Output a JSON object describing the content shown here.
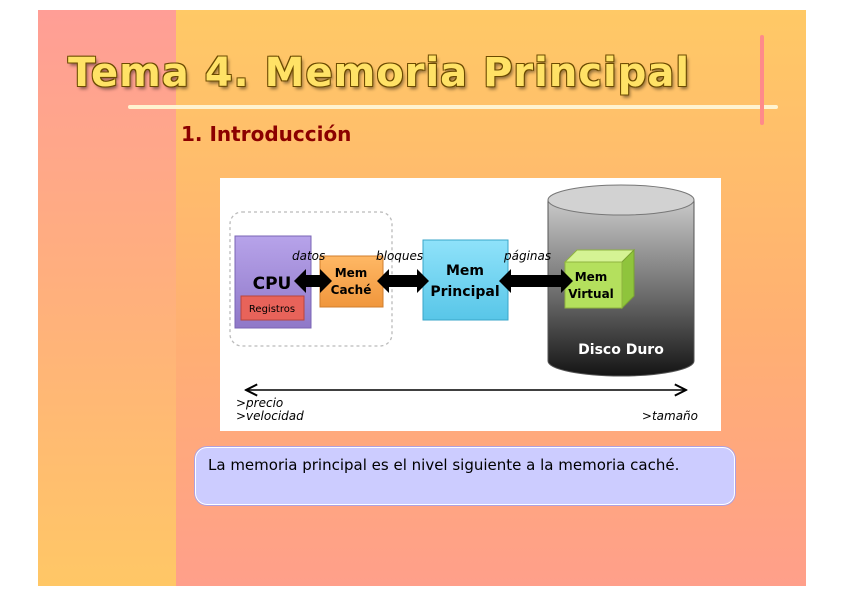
{
  "slide": {
    "title": "Tema 4. Memoria Principal",
    "subtitle": "1. Introducción"
  },
  "diagram": {
    "nodes": {
      "cpu": "CPU",
      "registros": "Registros",
      "cache_line1": "Mem",
      "cache_line2": "Caché",
      "principal_line1": "Mem",
      "principal_line2": "Principal",
      "virtual_line1": "Mem",
      "virtual_line2": "Virtual",
      "disco": "Disco Duro"
    },
    "transfers": {
      "datos": "datos",
      "bloques": "bloques",
      "paginas": "páginas"
    },
    "scale": {
      "precio": ">precio",
      "velocidad": ">velocidad",
      "tamano": ">tamaño"
    },
    "colors": {
      "cpu": "#9f88d6",
      "registros": "#e8635a",
      "cache": "#f5a14a",
      "principal": "#6fd3f0",
      "virtual": "#b2e05a",
      "disk_top": "#cfcfcf",
      "disk_bottom": "#1a1a1a"
    }
  },
  "note": {
    "text": "La memoria principal es el nivel siguiente a la memoria caché."
  }
}
